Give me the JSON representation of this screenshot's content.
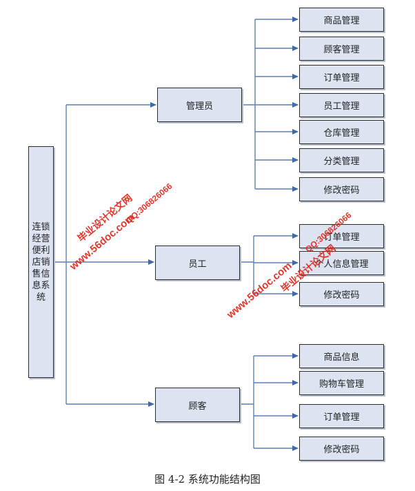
{
  "root": {
    "label": "连锁经营便利店销售信息系统"
  },
  "roles": [
    {
      "label": "管理员",
      "children": [
        "商品管理",
        "顾客管理",
        "订单管理",
        "员工管理",
        "仓库管理",
        "分类管理",
        "修改密码"
      ]
    },
    {
      "label": "员工",
      "children": [
        "订单管理",
        "个人信息管理",
        "修改密码"
      ]
    },
    {
      "label": "顾客",
      "children": [
        "商品信息",
        "购物车管理",
        "订单管理",
        "修改密码"
      ]
    }
  ],
  "caption": "图 4-2 系统功能结构图",
  "watermark": {
    "site": "www.56doc.com",
    "name": "毕业设计论文网",
    "qq": "QQ:306826066"
  },
  "colors": {
    "connector": "#5b7fb5",
    "box_fill": "#dde3f1",
    "watermark": "#e1251b"
  }
}
